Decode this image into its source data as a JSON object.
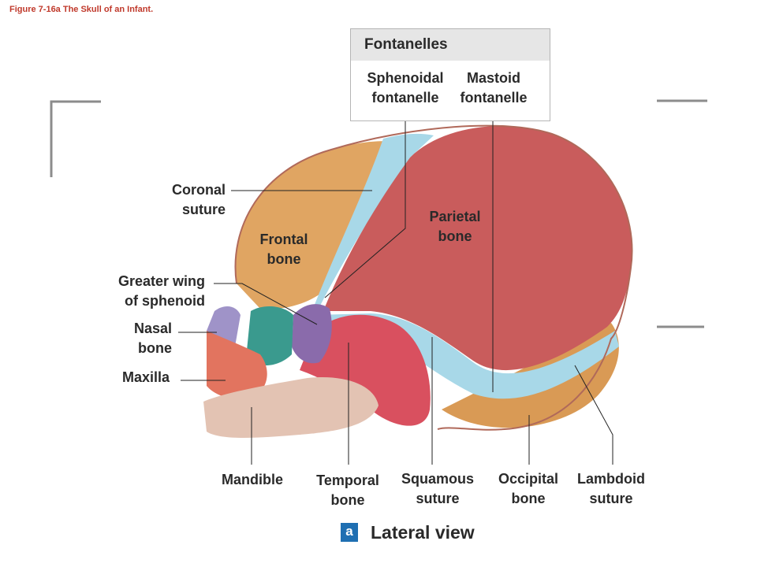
{
  "caption": "Figure 7-16a The Skull of an Infant.",
  "fontanelles_box": {
    "title": "Fontanelles",
    "items": [
      {
        "line1": "Sphenoidal",
        "line2": "fontanelle"
      },
      {
        "line1": "Mastoid",
        "line2": "fontanelle"
      }
    ]
  },
  "labels": {
    "coronal_suture": {
      "line1": "Coronal",
      "line2": "suture"
    },
    "frontal_bone": {
      "line1": "Frontal",
      "line2": "bone"
    },
    "parietal_bone": {
      "line1": "Parietal",
      "line2": "bone"
    },
    "greater_wing": {
      "line1": "Greater wing",
      "line2": "of sphenoid"
    },
    "nasal_bone": {
      "line1": "Nasal",
      "line2": "bone"
    },
    "maxilla": {
      "line1": "Maxilla"
    },
    "mandible": {
      "line1": "Mandible"
    },
    "temporal_bone": {
      "line1": "Temporal",
      "line2": "bone"
    },
    "squamous_suture": {
      "line1": "Squamous",
      "line2": "suture"
    },
    "occipital_bone": {
      "line1": "Occipital",
      "line2": "bone"
    },
    "lambdoid_suture": {
      "line1": "Lambdoid",
      "line2": "suture"
    }
  },
  "view": {
    "badge": "a",
    "title": "Lateral view"
  },
  "colors": {
    "parietal": "#c95c5c",
    "frontal": "#e0a562",
    "fontanelle": "#a8d8e8",
    "temporal": "#d9505f",
    "sphenoid": "#8a6bab",
    "teal": "#3a9a8e",
    "mandible": "#e3c3b3",
    "maxilla": "#e2745f",
    "caption": "#c0392b",
    "badge": "#1f6fb2"
  }
}
